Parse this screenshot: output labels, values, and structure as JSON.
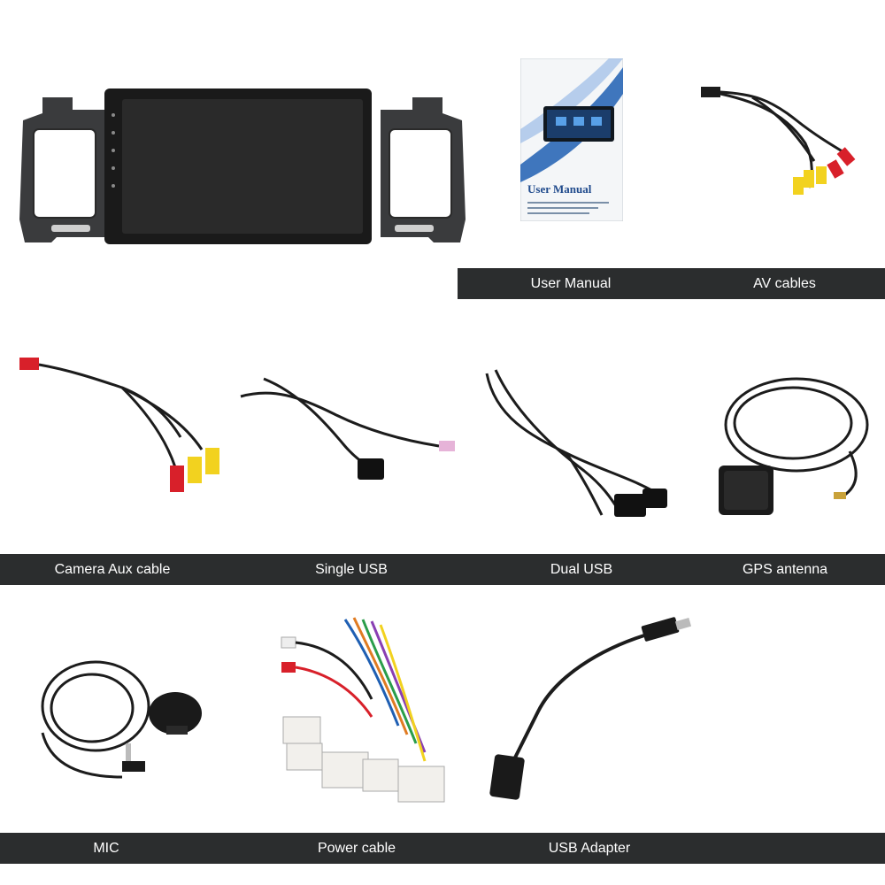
{
  "colors": {
    "label_bar": "#2b2d2e",
    "label_text": "#ffffff",
    "background": "#ffffff",
    "cable_black": "#1c1c1c",
    "rca_red": "#d8202a",
    "rca_yellow": "#f2d21f",
    "rca_white": "#eeeeee"
  },
  "manual": {
    "title": "User Manual"
  },
  "rows": [
    {
      "items": [
        "User Manual",
        "AV cables"
      ]
    },
    {
      "items": [
        "Camera Aux cable",
        "Single USB",
        "Dual USB",
        "GPS antenna"
      ]
    },
    {
      "items": [
        "MIC",
        "Power cable",
        "USB Adapter"
      ]
    }
  ]
}
